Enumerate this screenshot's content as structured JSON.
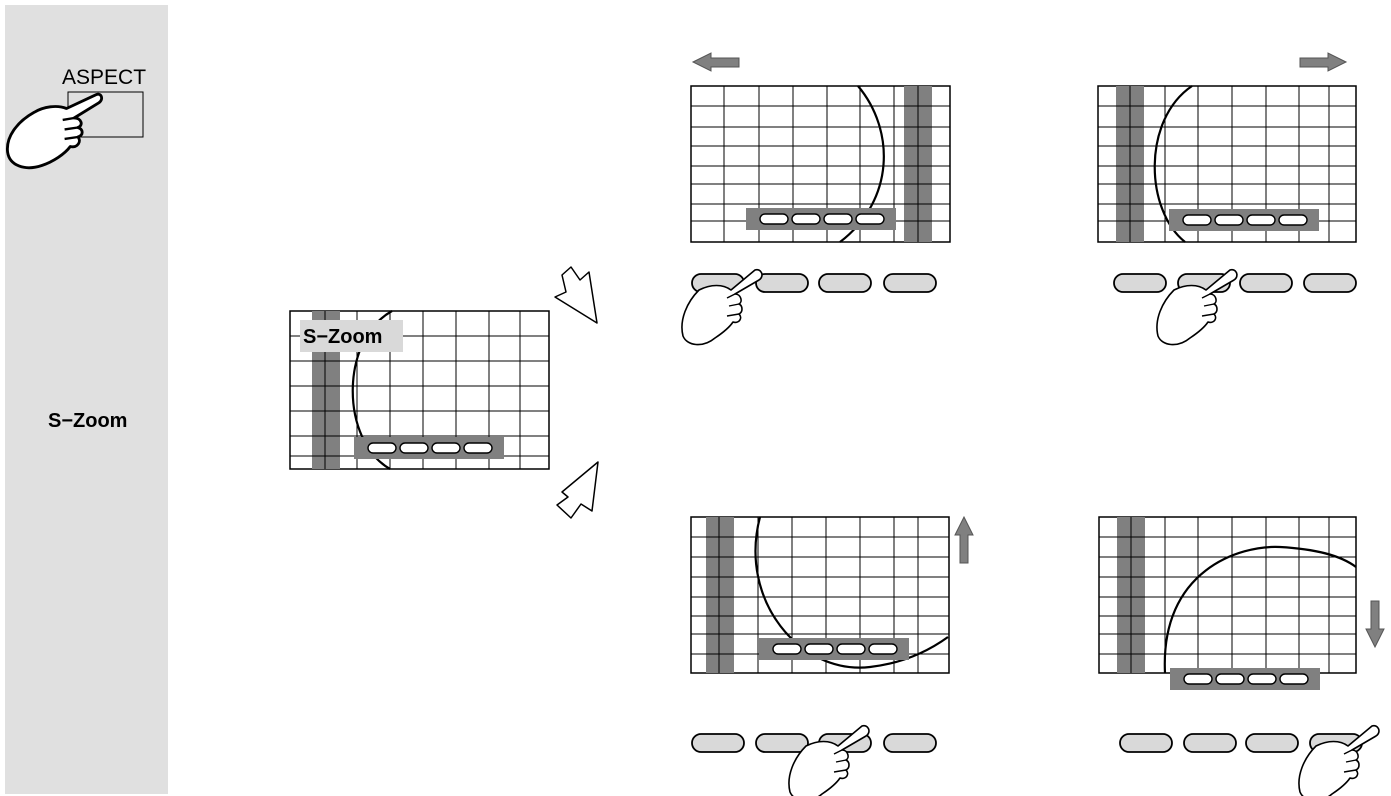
{
  "sidebar": {
    "aspect_label": "ASPECT",
    "mode_label": "S−Zoom"
  },
  "center_screen": {
    "overlay_label": "S−Zoom"
  },
  "icons": {
    "pointing_hand": "pointing-hand-icon",
    "transition_arrow": "outline-arrow-icon",
    "direction_arrow": "filled-arrow-icon"
  },
  "colors": {
    "sidebar": "#e0e0e0",
    "bar": "#808080",
    "pill_fill": "#d9d9d9",
    "label_bg": "#d9d9d9"
  },
  "panels": [
    {
      "id": "left",
      "direction": "left",
      "pressed_button": 1
    },
    {
      "id": "right",
      "direction": "right",
      "pressed_button": 2
    },
    {
      "id": "up",
      "direction": "up",
      "pressed_button": 3
    },
    {
      "id": "down",
      "direction": "down",
      "pressed_button": 4
    }
  ]
}
